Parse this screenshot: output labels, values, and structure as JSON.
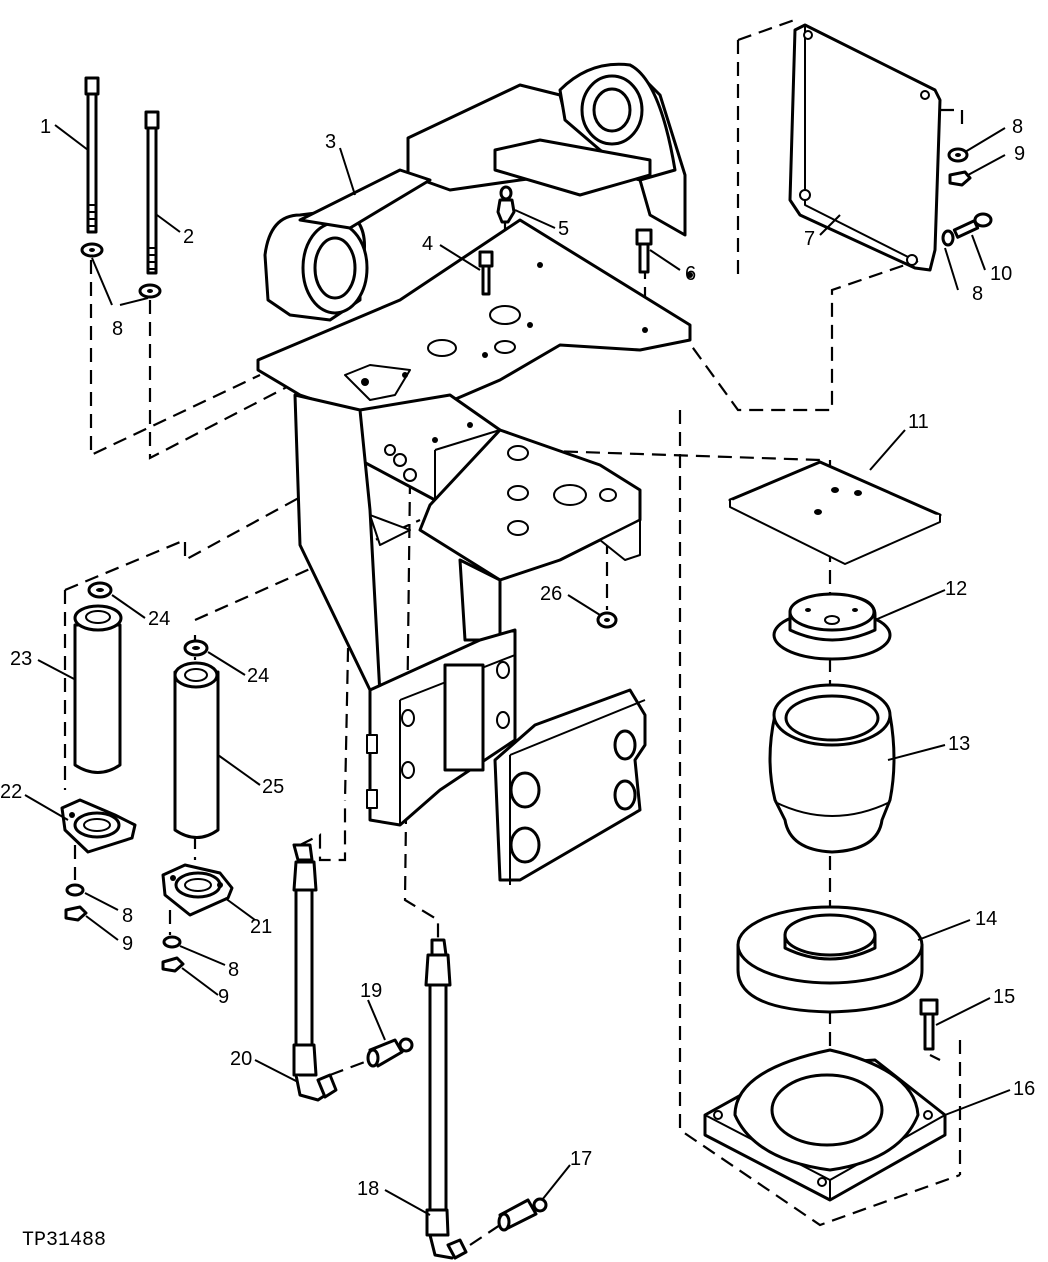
{
  "figure_id": "TP31488",
  "callouts": [
    {
      "id": "c1",
      "label": "1"
    },
    {
      "id": "c2",
      "label": "2"
    },
    {
      "id": "c3",
      "label": "3"
    },
    {
      "id": "c4",
      "label": "4"
    },
    {
      "id": "c5",
      "label": "5"
    },
    {
      "id": "c6",
      "label": "6"
    },
    {
      "id": "c7",
      "label": "7"
    },
    {
      "id": "c8a",
      "label": "8"
    },
    {
      "id": "c8b",
      "label": "8"
    },
    {
      "id": "c8c",
      "label": "8"
    },
    {
      "id": "c8d",
      "label": "8"
    },
    {
      "id": "c8e",
      "label": "8"
    },
    {
      "id": "c9a",
      "label": "9"
    },
    {
      "id": "c9b",
      "label": "9"
    },
    {
      "id": "c9c",
      "label": "9"
    },
    {
      "id": "c10",
      "label": "10"
    },
    {
      "id": "c11",
      "label": "11"
    },
    {
      "id": "c12",
      "label": "12"
    },
    {
      "id": "c13",
      "label": "13"
    },
    {
      "id": "c14",
      "label": "14"
    },
    {
      "id": "c15",
      "label": "15"
    },
    {
      "id": "c16",
      "label": "16"
    },
    {
      "id": "c17",
      "label": "17"
    },
    {
      "id": "c18",
      "label": "18"
    },
    {
      "id": "c19",
      "label": "19"
    },
    {
      "id": "c20",
      "label": "20"
    },
    {
      "id": "c21",
      "label": "21"
    },
    {
      "id": "c22",
      "label": "22"
    },
    {
      "id": "c23",
      "label": "23"
    },
    {
      "id": "c24a",
      "label": "24"
    },
    {
      "id": "c24b",
      "label": "24"
    },
    {
      "id": "c25",
      "label": "25"
    },
    {
      "id": "c26",
      "label": "26"
    }
  ]
}
